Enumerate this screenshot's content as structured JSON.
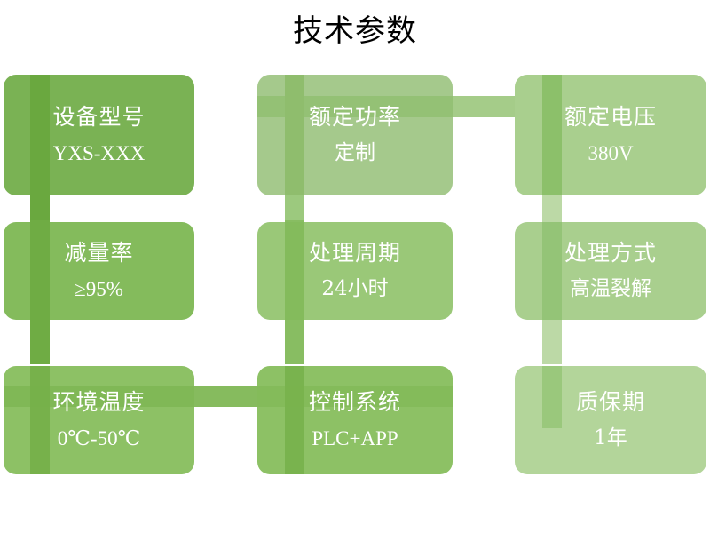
{
  "title": "技术参数",
  "colors": {
    "background": "#ffffff",
    "title_text": "#000000",
    "card_text": "#ffffff",
    "green_dark": "#7ab254",
    "green_mid": "#8cc063",
    "green_light": "#a9cf8e",
    "green_pale": "#b9d6a1",
    "connector_dark": "#6aa83f",
    "connector_mid": "#86bb5e",
    "connector_light": "#a5cc89",
    "connector_pale": "#c4dcb0"
  },
  "cards": [
    {
      "id": "device-model",
      "title": "设备型号",
      "value": "YXS-XXX",
      "value_cjk": false,
      "fill": "#7ab254",
      "stripe": "#6aa83f",
      "row": 1,
      "col": 1
    },
    {
      "id": "rated-power",
      "title": "额定功率",
      "value": "定制",
      "value_cjk": true,
      "fill": "#a5c98c",
      "stripe": "#8fbd6d",
      "row": 1,
      "col": 2
    },
    {
      "id": "rated-voltage",
      "title": "额定电压",
      "value": "380V",
      "value_cjk": false,
      "fill": "#a9cf8e",
      "stripe": "#8cc06a",
      "row": 1,
      "col": 3
    },
    {
      "id": "reduction-rate",
      "title": "减量率",
      "value": "≥95%",
      "value_cjk": false,
      "fill": "#84bb5c",
      "stripe": "#6fac44",
      "row": 2,
      "col": 1
    },
    {
      "id": "treatment-cycle",
      "title": "处理周期",
      "value": "24小时",
      "value_cjk": true,
      "fill": "#9ac878",
      "stripe": "#84bb5c",
      "row": 2,
      "col": 2
    },
    {
      "id": "treatment-method",
      "title": "处理方式",
      "value": "高温裂解",
      "value_cjk": true,
      "fill": "#a9cf8e",
      "stripe": "#94c477",
      "row": 2,
      "col": 3
    },
    {
      "id": "ambient-temperature",
      "title": "环境温度",
      "value": "0℃-50℃",
      "value_cjk": false,
      "fill": "#8dc165",
      "stripe": "#77b14b",
      "row": 3,
      "col": 1
    },
    {
      "id": "control-system",
      "title": "控制系统",
      "value": "PLC+APP",
      "value_cjk": false,
      "fill": "#8dc165",
      "stripe": "#79b34e",
      "row": 3,
      "col": 2
    },
    {
      "id": "warranty-period",
      "title": "质保期",
      "value": "1年",
      "value_cjk": true,
      "fill": "#b3d59a",
      "stripe": "#9ac87c",
      "row": 3,
      "col": 3
    }
  ],
  "connectors": [
    {
      "id": "v-col1-r1-r2",
      "orientation": "vertical",
      "color": "#6aa83f"
    },
    {
      "id": "v-col1-r2-r3",
      "orientation": "vertical",
      "color": "#6fac44"
    },
    {
      "id": "v-col2-r1-r2",
      "orientation": "vertical",
      "color": "#96c573"
    },
    {
      "id": "v-col2-r2-r3",
      "orientation": "vertical",
      "color": "#84bb5c"
    },
    {
      "id": "v-col3-r1-r2",
      "orientation": "vertical",
      "color": "#b6d7a0"
    },
    {
      "id": "v-col3-r2-r3",
      "orientation": "vertical",
      "color": "#b6d7a0"
    },
    {
      "id": "h-r1-c2-c3",
      "orientation": "horizontal",
      "color": "#a5cc89"
    },
    {
      "id": "h-r3-c1-c2",
      "orientation": "horizontal",
      "color": "#86bb5e"
    }
  ]
}
